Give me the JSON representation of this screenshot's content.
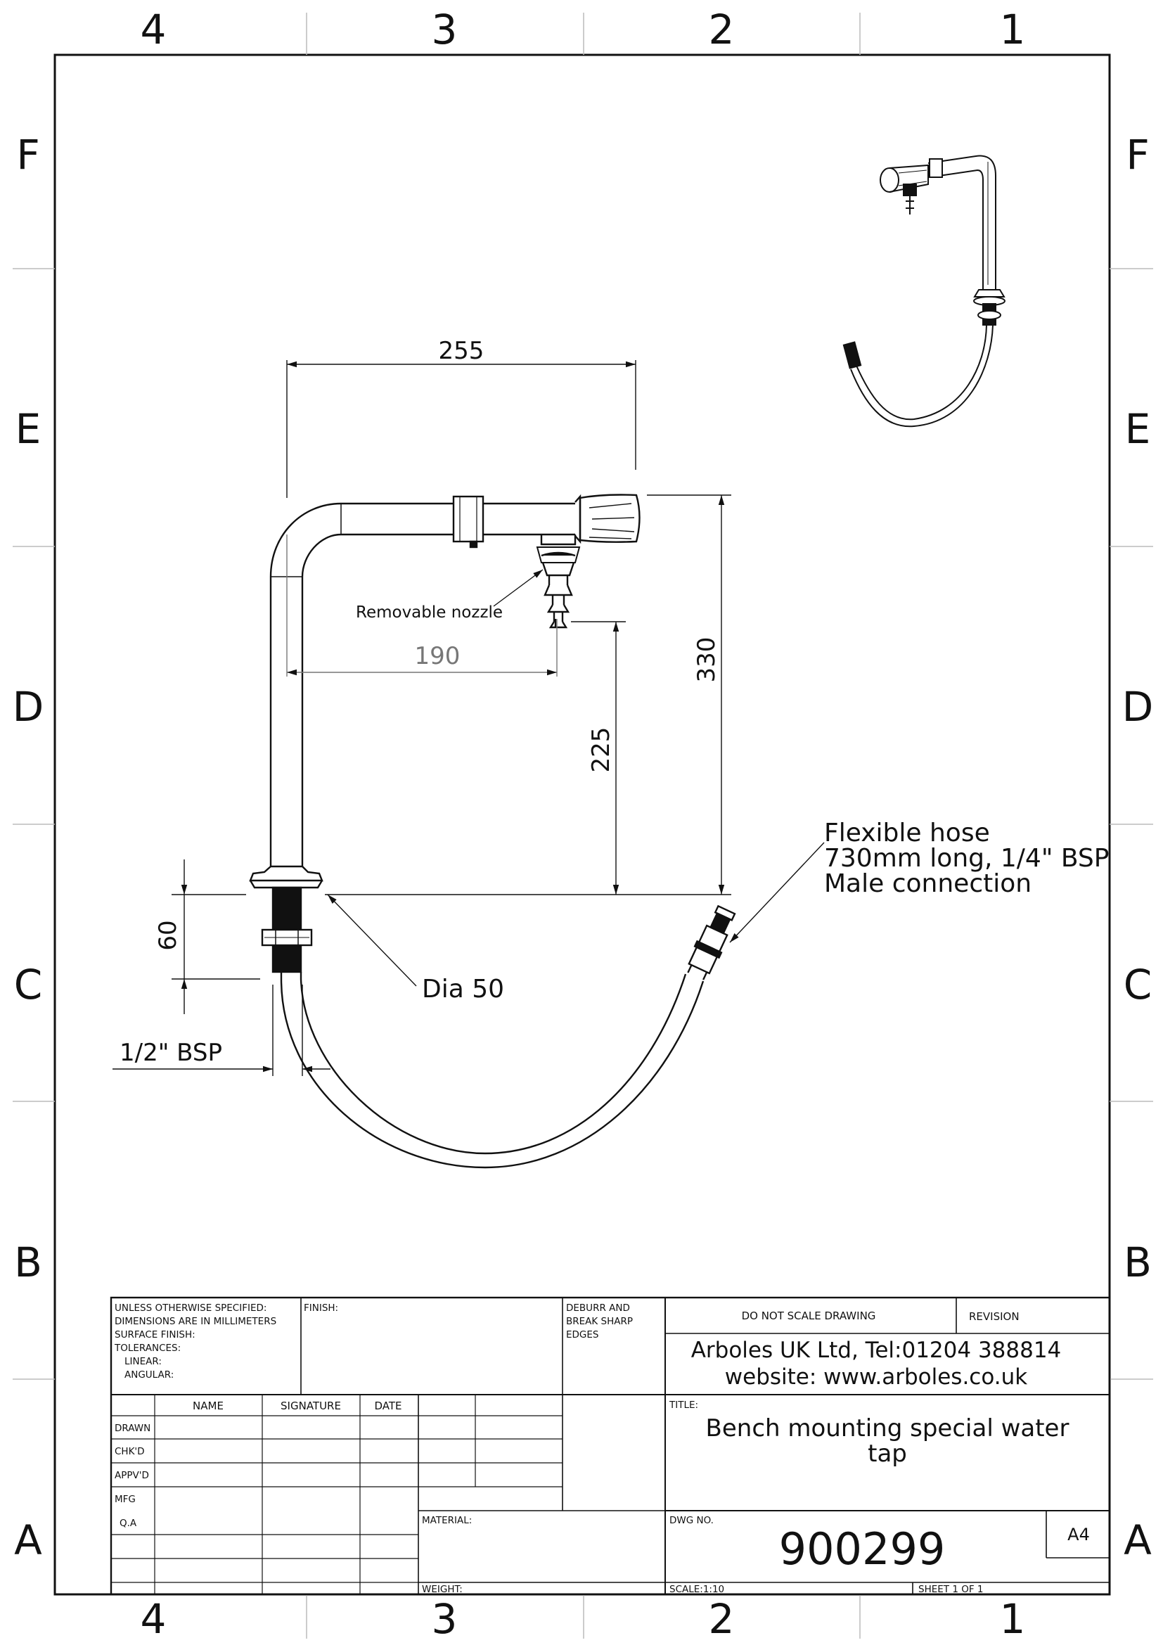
{
  "zones": {
    "columns": [
      "4",
      "3",
      "2",
      "1"
    ],
    "rows": [
      "F",
      "E",
      "D",
      "C",
      "B",
      "A"
    ]
  },
  "dimensions": {
    "width_overall": "255",
    "spout_reach": "190",
    "height_overall": "330",
    "nozzle_height": "225",
    "thread_length": "60",
    "thread_size": "1/2\" BSP"
  },
  "annotations": {
    "nozzle": "Removable nozzle",
    "base": "Dia 50",
    "hose_line1": "Flexible hose",
    "hose_line2": "730mm long, 1/4\" BSP",
    "hose_line3": "Male connection"
  },
  "title_block": {
    "general_notes": [
      "UNLESS OTHERWISE SPECIFIED:",
      "DIMENSIONS ARE IN MILLIMETERS",
      "SURFACE FINISH:",
      "TOLERANCES:",
      "LINEAR:",
      "ANGULAR:"
    ],
    "finish_label": "FINISH:",
    "deburr": [
      "DEBURR AND",
      "BREAK SHARP",
      "EDGES"
    ],
    "do_not_scale": "DO NOT SCALE DRAWING",
    "revision_label": "REVISION",
    "company_line1": "Arboles UK Ltd, Tel:01204 388814",
    "company_line2": "website: www.arboles.co.uk",
    "headers": [
      "NAME",
      "SIGNATURE",
      "DATE"
    ],
    "row_labels": [
      "DRAWN",
      "CHK'D",
      "APPV'D",
      "MFG",
      "Q.A"
    ],
    "title_label": "TITLE:",
    "title_line1": "Bench mounting special water",
    "title_line2": "tap",
    "material_label": "MATERIAL:",
    "weight_label": "WEIGHT:",
    "dwg_no_label": "DWG NO.",
    "dwg_no": "900299",
    "size": "A4",
    "scale": "SCALE:1:10",
    "sheet": "SHEET 1 OF 1"
  }
}
